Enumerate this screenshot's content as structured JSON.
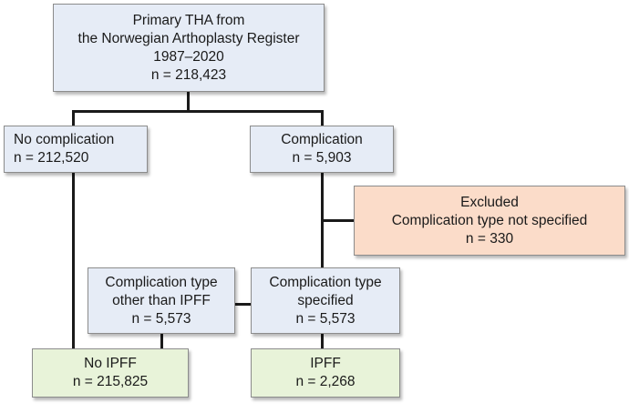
{
  "flowchart": {
    "primary": {
      "line1": "Primary THA from",
      "line2": "the Norwegian Arthoplasty Register",
      "line3": "1987–2020",
      "count": "n = 218,423"
    },
    "no_complication": {
      "label": "No complication",
      "count": "n = 212,520"
    },
    "complication": {
      "label": "Complication",
      "count": "n = 5,903"
    },
    "excluded": {
      "title": "Excluded",
      "reason": "Complication type not specified",
      "count": "n = 330"
    },
    "type_other": {
      "line1": "Complication type",
      "line2": "other than IPFF",
      "count": "n = 5,573"
    },
    "type_specified": {
      "line1": "Complication type",
      "line2": "specified",
      "count": "n = 5,573"
    },
    "no_ipff": {
      "label": "No IPFF",
      "count": "n = 215,825"
    },
    "ipff": {
      "label": "IPFF",
      "count": "n = 2,268"
    }
  }
}
